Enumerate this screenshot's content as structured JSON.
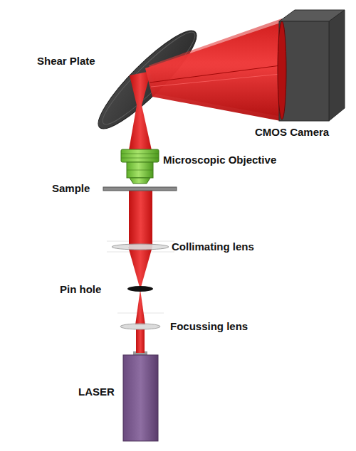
{
  "diagram": {
    "labels": [
      "Shear Plate",
      "CMOS Camera",
      "Microscopic Objective",
      "Sample",
      "Collimating lens",
      "Pin hole",
      "Focussing lens",
      "LASER"
    ]
  }
}
